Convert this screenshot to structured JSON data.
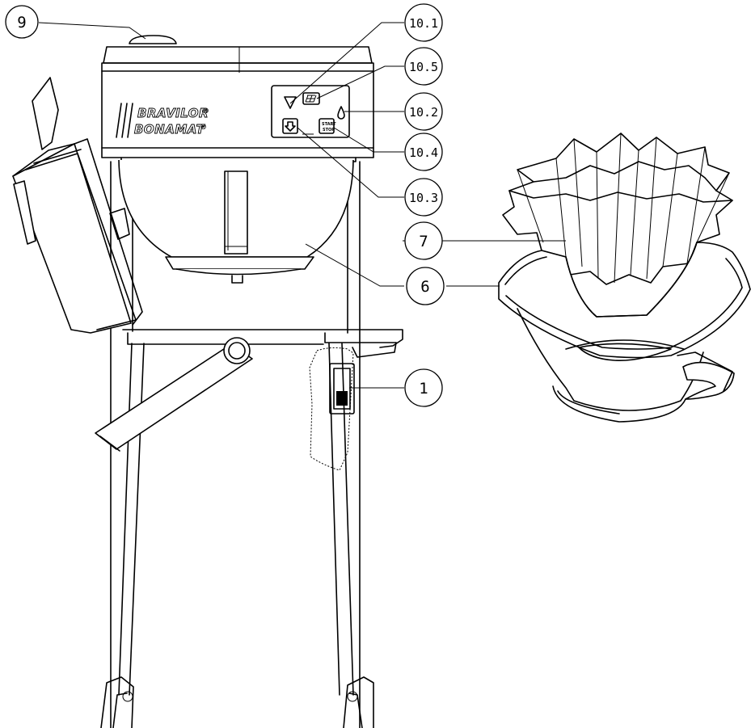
{
  "brand": {
    "line1": "BRAVILOR",
    "line2": "BONAMAT",
    "mark": "®"
  },
  "panel": {
    "start_stop_top": "START",
    "start_stop_bottom": "STOP"
  },
  "icons": {
    "brew_indicator": "triangle-down-icon",
    "display": "segment-display-icon",
    "water": "water-drop-icon",
    "brew_button": "arrow-down-icon"
  },
  "callouts": [
    {
      "id": "c9",
      "label": "9"
    },
    {
      "id": "c10-1",
      "label": "10.1"
    },
    {
      "id": "c10-5",
      "label": "10.5"
    },
    {
      "id": "c10-2",
      "label": "10.2"
    },
    {
      "id": "c10-4",
      "label": "10.4"
    },
    {
      "id": "c10-3",
      "label": "10.3"
    },
    {
      "id": "c7",
      "label": "7"
    },
    {
      "id": "c6",
      "label": "6"
    },
    {
      "id": "c1",
      "label": "1"
    }
  ]
}
